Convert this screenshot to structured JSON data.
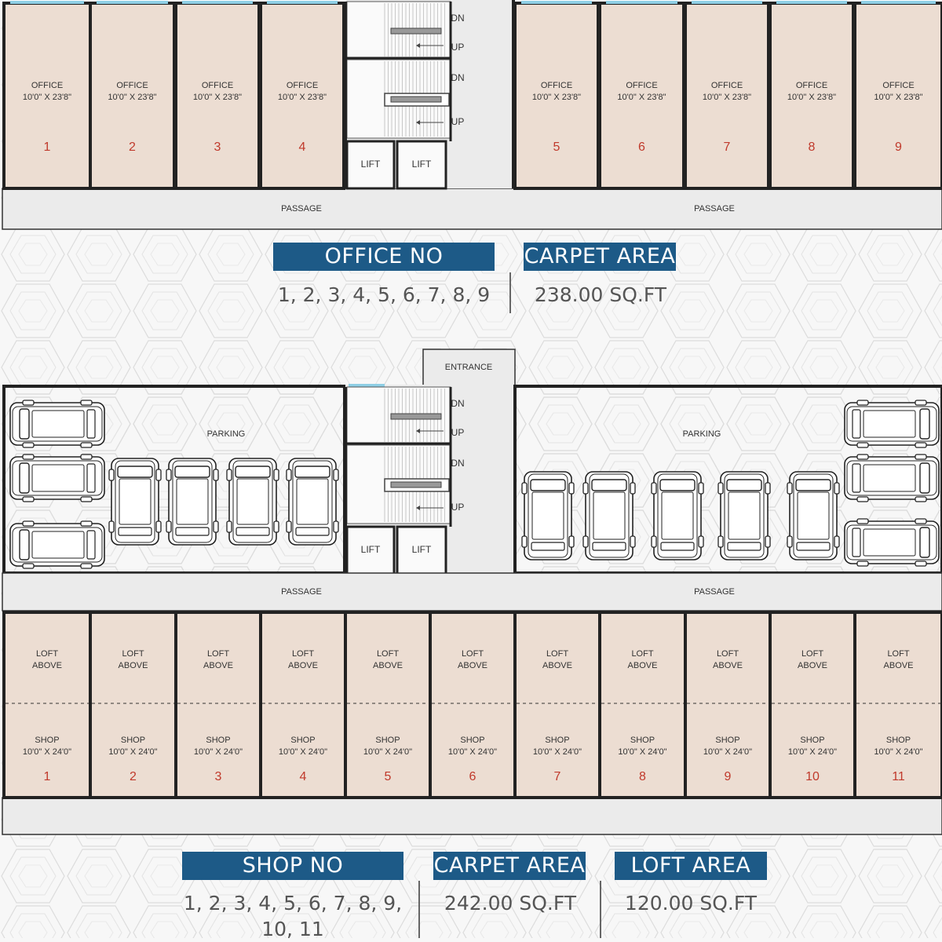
{
  "colors": {
    "unit_fill": "#ecddd2",
    "wall": "#222222",
    "passage_fill": "#ebebeb",
    "window": "#8fcfe5",
    "header_bg": "#1d5a87",
    "unit_number": "#c0392b"
  },
  "offices": [
    {
      "number": "1",
      "title": "OFFICE",
      "size": "10'0\" X 23'8\""
    },
    {
      "number": "2",
      "title": "OFFICE",
      "size": "10'0\" X 23'8\""
    },
    {
      "number": "3",
      "title": "OFFICE",
      "size": "10'0\" X 23'8\""
    },
    {
      "number": "4",
      "title": "OFFICE",
      "size": "10'0\" X 23'8\""
    },
    {
      "number": "5",
      "title": "OFFICE",
      "size": "10'0\" X 23'8\""
    },
    {
      "number": "6",
      "title": "OFFICE",
      "size": "10'0\" X 23'8\""
    },
    {
      "number": "7",
      "title": "OFFICE",
      "size": "10'0\" X 23'8\""
    },
    {
      "number": "8",
      "title": "OFFICE",
      "size": "10'0\" X 23'8\""
    },
    {
      "number": "9",
      "title": "OFFICE",
      "size": "10'0\" X 23'8\""
    }
  ],
  "shops": [
    {
      "number": "1",
      "loft": [
        "LOFT",
        "ABOVE"
      ],
      "title": "SHOP",
      "size": "10'0\" X 24'0\""
    },
    {
      "number": "2",
      "loft": [
        "LOFT",
        "ABOVE"
      ],
      "title": "SHOP",
      "size": "10'0\" X 24'0\""
    },
    {
      "number": "3",
      "loft": [
        "LOFT",
        "ABOVE"
      ],
      "title": "SHOP",
      "size": "10'0\" X 24'0\""
    },
    {
      "number": "4",
      "loft": [
        "LOFT",
        "ABOVE"
      ],
      "title": "SHOP",
      "size": "10'0\" X 24'0\""
    },
    {
      "number": "5",
      "loft": [
        "LOFT",
        "ABOVE"
      ],
      "title": "SHOP",
      "size": "10'0\" X 24'0\""
    },
    {
      "number": "6",
      "loft": [
        "LOFT",
        "ABOVE"
      ],
      "title": "SHOP",
      "size": "10'0\" X 24'0\""
    },
    {
      "number": "7",
      "loft": [
        "LOFT",
        "ABOVE"
      ],
      "title": "SHOP",
      "size": "10'0\" X 24'0\""
    },
    {
      "number": "8",
      "loft": [
        "LOFT",
        "ABOVE"
      ],
      "title": "SHOP",
      "size": "10'0\" X 24'0\""
    },
    {
      "number": "9",
      "loft": [
        "LOFT",
        "ABOVE"
      ],
      "title": "SHOP",
      "size": "10'0\" X 24'0\""
    },
    {
      "number": "10",
      "loft": [
        "LOFT",
        "ABOVE"
      ],
      "title": "SHOP",
      "size": "10'0\" X 24'0\""
    },
    {
      "number": "11",
      "loft": [
        "LOFT",
        "ABOVE"
      ],
      "title": "SHOP",
      "size": "10'0\" X 24'0\""
    }
  ],
  "plan_labels": {
    "passage": "PASSAGE",
    "lift": "LIFT",
    "stair_down": "DN",
    "stair_up": "UP",
    "parking": "PARKING",
    "entrance": "ENTRANCE"
  },
  "office_summary": {
    "office_no_header": "OFFICE NO",
    "office_no_value": "1, 2, 3, 4, 5, 6, 7, 8, 9",
    "carpet_header": "CARPET AREA",
    "carpet_value": "238.00 SQ.FT"
  },
  "shop_summary": {
    "shop_no_header": "SHOP NO",
    "shop_no_value_line1": "1, 2, 3, 4, 5, 6, 7, 8, 9,",
    "shop_no_value_line2": "10, 11",
    "carpet_header": "CARPET AREA",
    "carpet_value": "242.00 SQ.FT",
    "loft_header": "LOFT AREA",
    "loft_value": "120.00 SQ.FT"
  }
}
